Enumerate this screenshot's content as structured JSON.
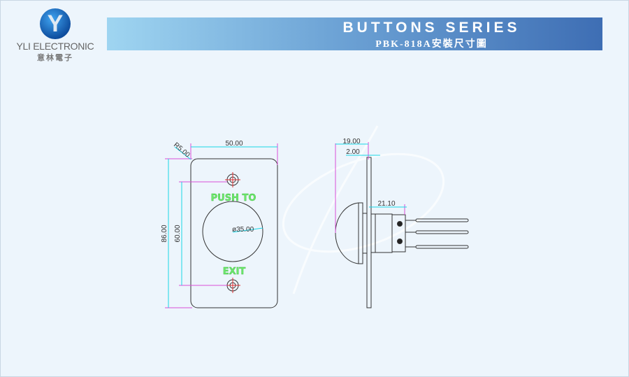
{
  "logo": {
    "brand_en": "YLI ELECTRONIC",
    "brand_zh": "意林電子",
    "mark": "Y"
  },
  "banner": {
    "title": "BUTTONS SERIES",
    "subtitle": "PBK-818A安裝尺寸圖"
  },
  "front_view": {
    "labels": {
      "top": "PUSH TO",
      "bottom": "EXIT"
    },
    "dimensions": {
      "width": "50.00",
      "height": "86.00",
      "hole_spacing": "60.00",
      "corner_radius": "R5.00",
      "button_diameter": "ø35.00"
    }
  },
  "side_view": {
    "dimensions": {
      "total_depth_front": "19.00",
      "plate_thickness": "2.00",
      "rear_depth": "21.10"
    }
  },
  "colors": {
    "dimension_line": "#19d6e6",
    "extension_line": "#d94fd9",
    "label_green": "#6ee86e",
    "center_line": "#e53030"
  }
}
